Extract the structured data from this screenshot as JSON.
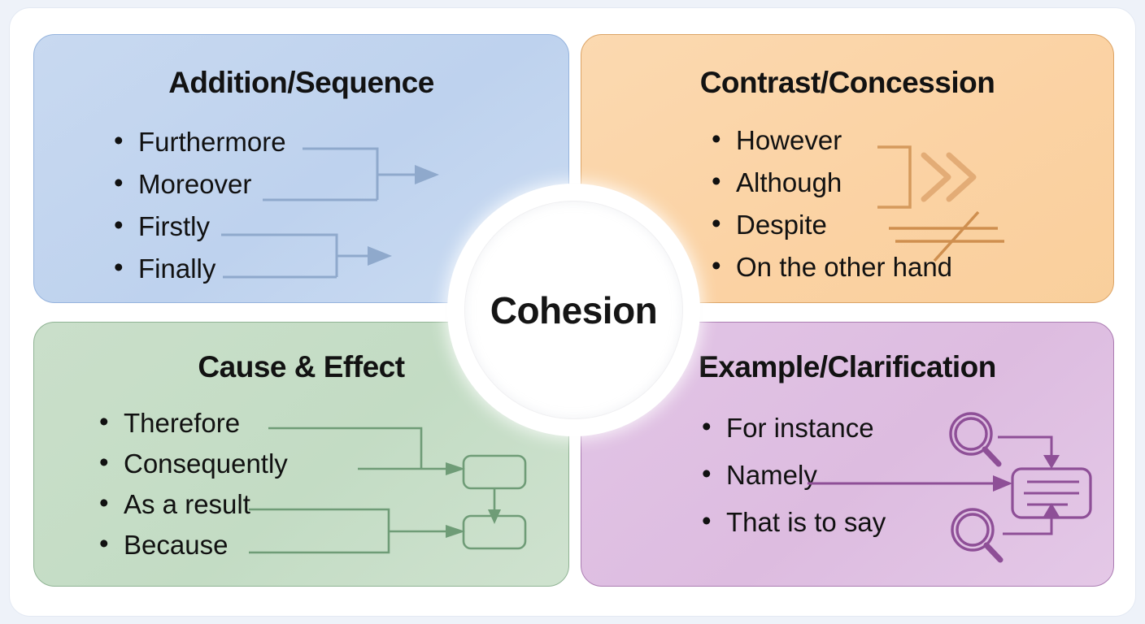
{
  "diagram": {
    "center": {
      "label": "Cohesion"
    },
    "page_background": "#eef2f9",
    "quadrants": [
      {
        "key": "addition",
        "title": "Addition/Sequence",
        "color": "#bed2ee",
        "accent": "#7d9ec9",
        "items": [
          "Furthermore",
          "Moreover",
          "Firstly",
          "Finally"
        ],
        "decoration": "merge-arrows"
      },
      {
        "key": "contrast",
        "title": "Contrast/Concession",
        "color": "#fbd2a3",
        "accent": "#cc8a4a",
        "items": [
          "However",
          "Although",
          "Despite",
          "On the other hand"
        ],
        "decoration": "bracket-chevrons-and-not-equal"
      },
      {
        "key": "cause",
        "title": "Cause & Effect",
        "color": "#c3dcc4",
        "accent": "#5f8a66",
        "items": [
          "Therefore",
          "Consequently",
          "As a result",
          "Because"
        ],
        "decoration": "flow-boxes"
      },
      {
        "key": "example",
        "title": "Example/Clarification",
        "color": "#ddbce0",
        "accent": "#8e4f97",
        "items": [
          "For instance",
          "Namely",
          "That is to say"
        ],
        "decoration": "magnifier-to-document"
      }
    ]
  }
}
